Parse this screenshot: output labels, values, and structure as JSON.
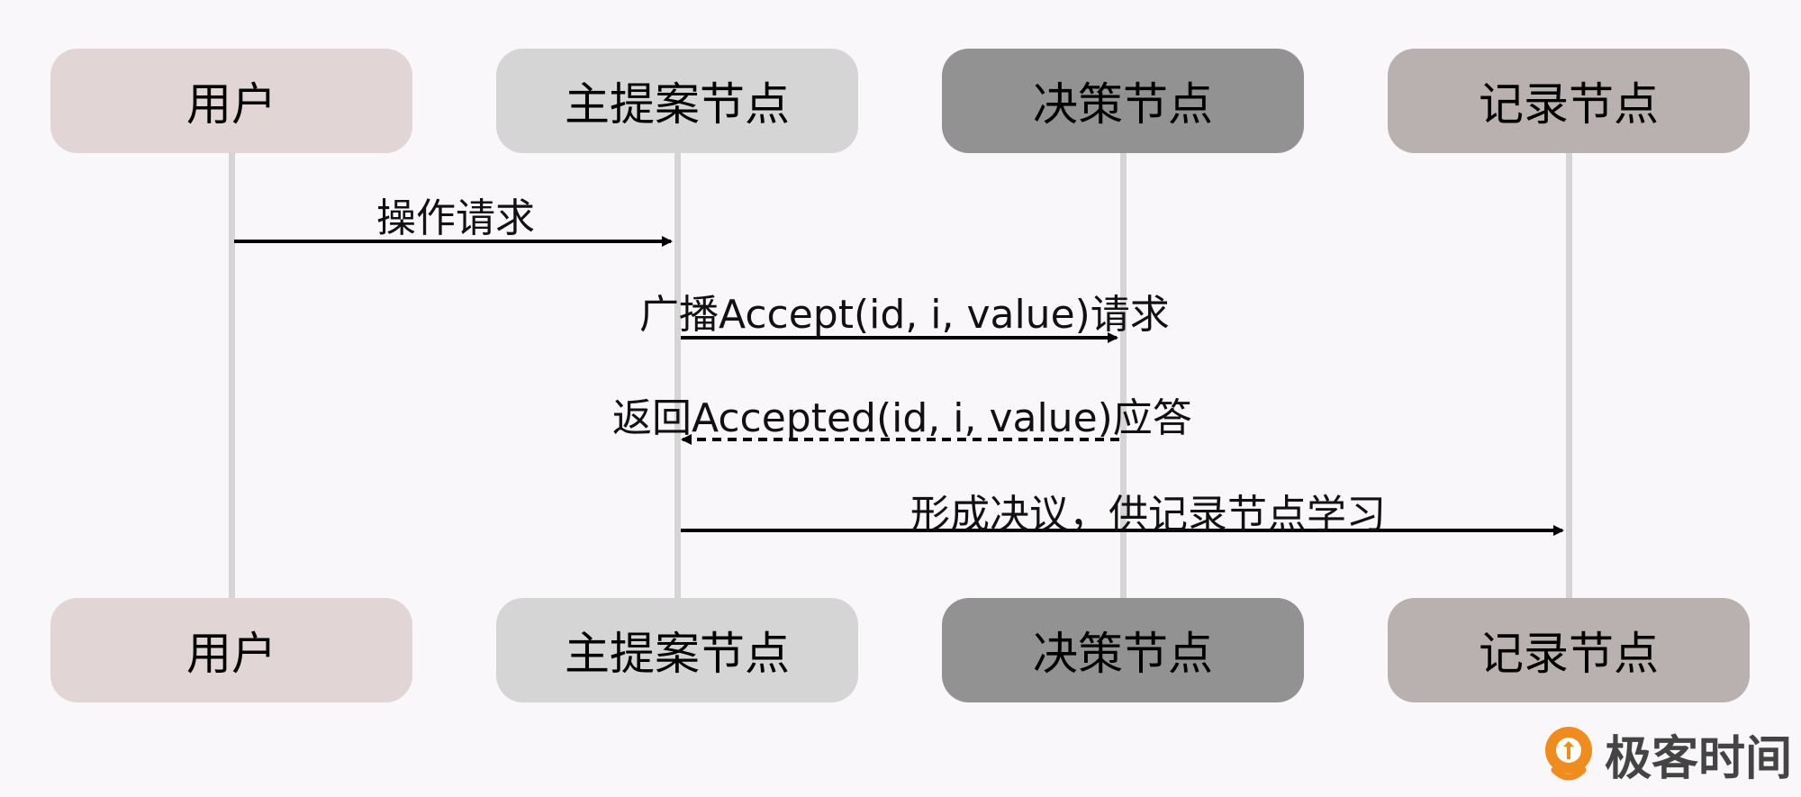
{
  "colors": {
    "background": "#f9f7f9",
    "user": "#e2d5d5",
    "proposer": "#d5d5d5",
    "acceptor": "#929292",
    "learner": "#b9b0b0",
    "lifeline": "#d5d5d5",
    "arrow": "#000000",
    "logo_orange": "#f08b1d"
  },
  "participants": [
    {
      "label": "用户"
    },
    {
      "label": "主提案节点"
    },
    {
      "label": "决策节点"
    },
    {
      "label": "记录节点"
    }
  ],
  "messages": [
    {
      "label": "操作请求",
      "style": "solid"
    },
    {
      "label": "广播Accept(id, i, value)请求",
      "style": "solid"
    },
    {
      "label": "返回Accepted(id, i, value)应答",
      "style": "dashed"
    },
    {
      "label": "形成决议，供记录节点学习",
      "style": "solid"
    }
  ],
  "logo": {
    "text": "极客时间",
    "icon": "geektime-logo-icon"
  }
}
